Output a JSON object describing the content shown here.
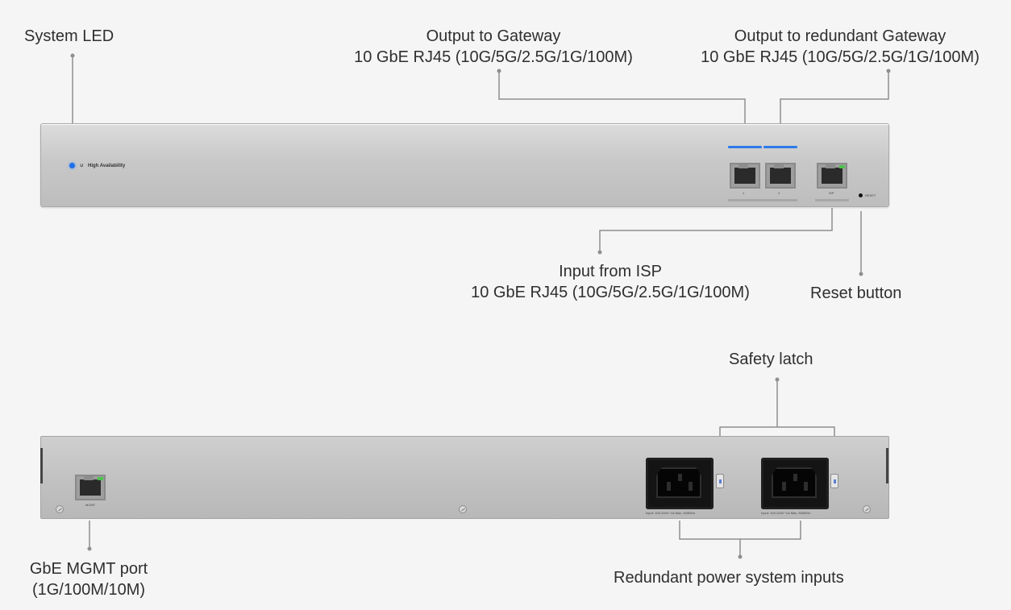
{
  "labels": {
    "system_led": "System LED",
    "output_gateway_title": "Output to Gateway",
    "output_gateway_spec": "10 GbE RJ45 (10G/5G/2.5G/1G/100M)",
    "output_redundant_title": "Output to redundant Gateway",
    "output_redundant_spec": "10 GbE RJ45 (10G/5G/2.5G/1G/100M)",
    "input_isp_title": "Input from ISP",
    "input_isp_spec": "10 GbE RJ45 (10G/5G/2.5G/1G/100M)",
    "reset_button": "Reset button",
    "safety_latch": "Safety latch",
    "mgmt_title": "GbE MGMT port",
    "mgmt_spec": "(1G/100M/10M)",
    "redundant_power": "Redundant power system inputs"
  },
  "front_panel": {
    "brand_text": "High Availability",
    "port1_label": "1",
    "port2_label": "2",
    "isp_label": "ISP",
    "reset_label": "RESET",
    "led_color": "#1f6fe8",
    "link_color": "#2f7bea"
  },
  "rear_panel": {
    "mgmt_label": "MGMT",
    "psu1_rating": "Input: 100-240V~1A Max, 50/60Hz",
    "psu2_rating": "Input: 100-240V~1A Max, 50/60Hz"
  }
}
